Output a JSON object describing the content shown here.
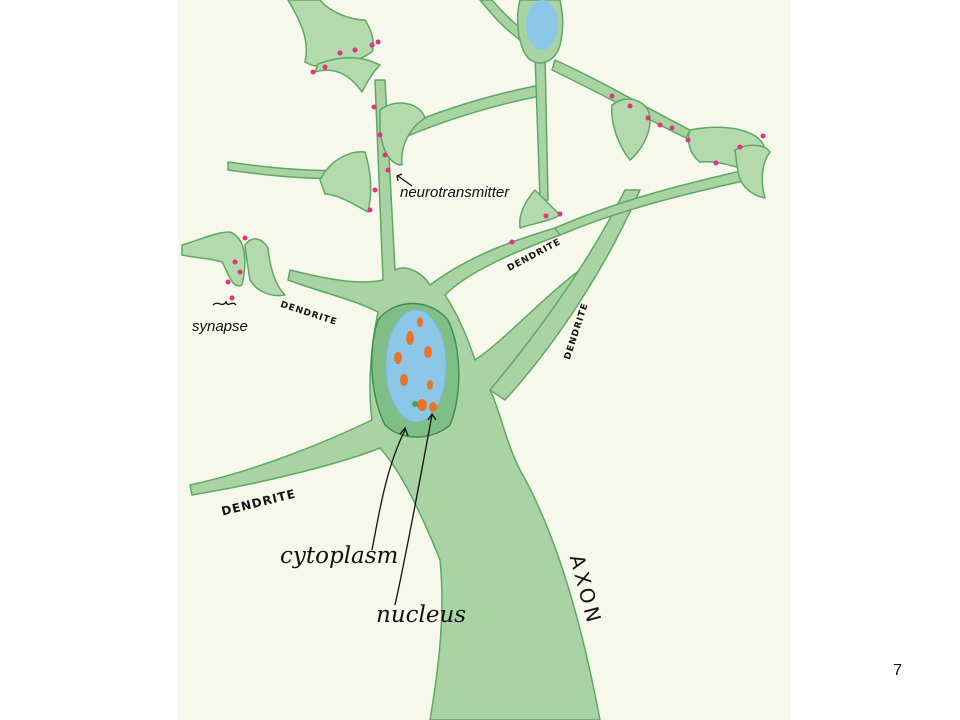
{
  "labels": {
    "neurotransmitter": "neurotransmitter",
    "synapse": "synapse",
    "dendrite_upper_left": "DENDRITE",
    "dendrite_upper_mid": "DENDRITE",
    "dendrite_right": "DENDRITE",
    "dendrite_lower_left": "DENDRITE",
    "cytoplasm": "cytoplasm",
    "nucleus": "nucleus",
    "axon": "AXON"
  },
  "page_number": "7",
  "colors": {
    "paper": "#f7f8ec",
    "neuron_fill": "#a9d3a2",
    "neuron_stroke": "#5ea866",
    "nucleus": "#8cc7e8",
    "nucleolus": "#e8742b",
    "vesicle": "#e0337f"
  }
}
